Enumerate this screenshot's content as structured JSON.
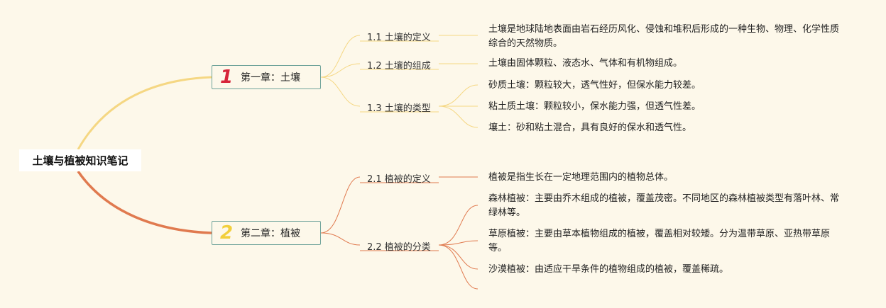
{
  "root": {
    "title": "土壤与植被知识笔记"
  },
  "colors": {
    "branch1": "#f5d783",
    "branch2": "#e07a4f",
    "badge1": "#d6243a",
    "badge2": "#f2cf3d",
    "nodeBorder": "#6fa39a"
  },
  "chapters": [
    {
      "badge": "1",
      "label": "第一章：土壤",
      "sections": [
        {
          "label": "1.1 土壤的定义",
          "leaves": [
            "土壤是地球陆地表面由岩石经历风化、侵蚀和堆积后形成的一种生物、物理、化学性质综合的天然物质。"
          ]
        },
        {
          "label": "1.2 土壤的组成",
          "leaves": [
            "土壤由固体颗粒、液态水、气体和有机物组成。"
          ]
        },
        {
          "label": "1.3 土壤的类型",
          "leaves": [
            "砂质土壤：颗粒较大，透气性好，但保水能力较差。",
            "粘土质土壤：颗粒较小，保水能力强，但透气性差。",
            "壤土：砂和粘土混合，具有良好的保水和透气性。"
          ]
        }
      ]
    },
    {
      "badge": "2",
      "label": "第二章：植被",
      "sections": [
        {
          "label": "2.1 植被的定义",
          "leaves": [
            "植被是指生长在一定地理范围内的植物总体。"
          ]
        },
        {
          "label": "2.2 植被的分类",
          "leaves": [
            "森林植被：主要由乔木组成的植被，覆盖茂密。不同地区的森林植被类型有落叶林、常绿林等。",
            "草原植被：主要由草本植物组成的植被，覆盖相对较矮。分为温带草原、亚热带草原等。",
            "沙漠植被：由适应干旱条件的植物组成的植被，覆盖稀疏。"
          ]
        }
      ]
    }
  ]
}
